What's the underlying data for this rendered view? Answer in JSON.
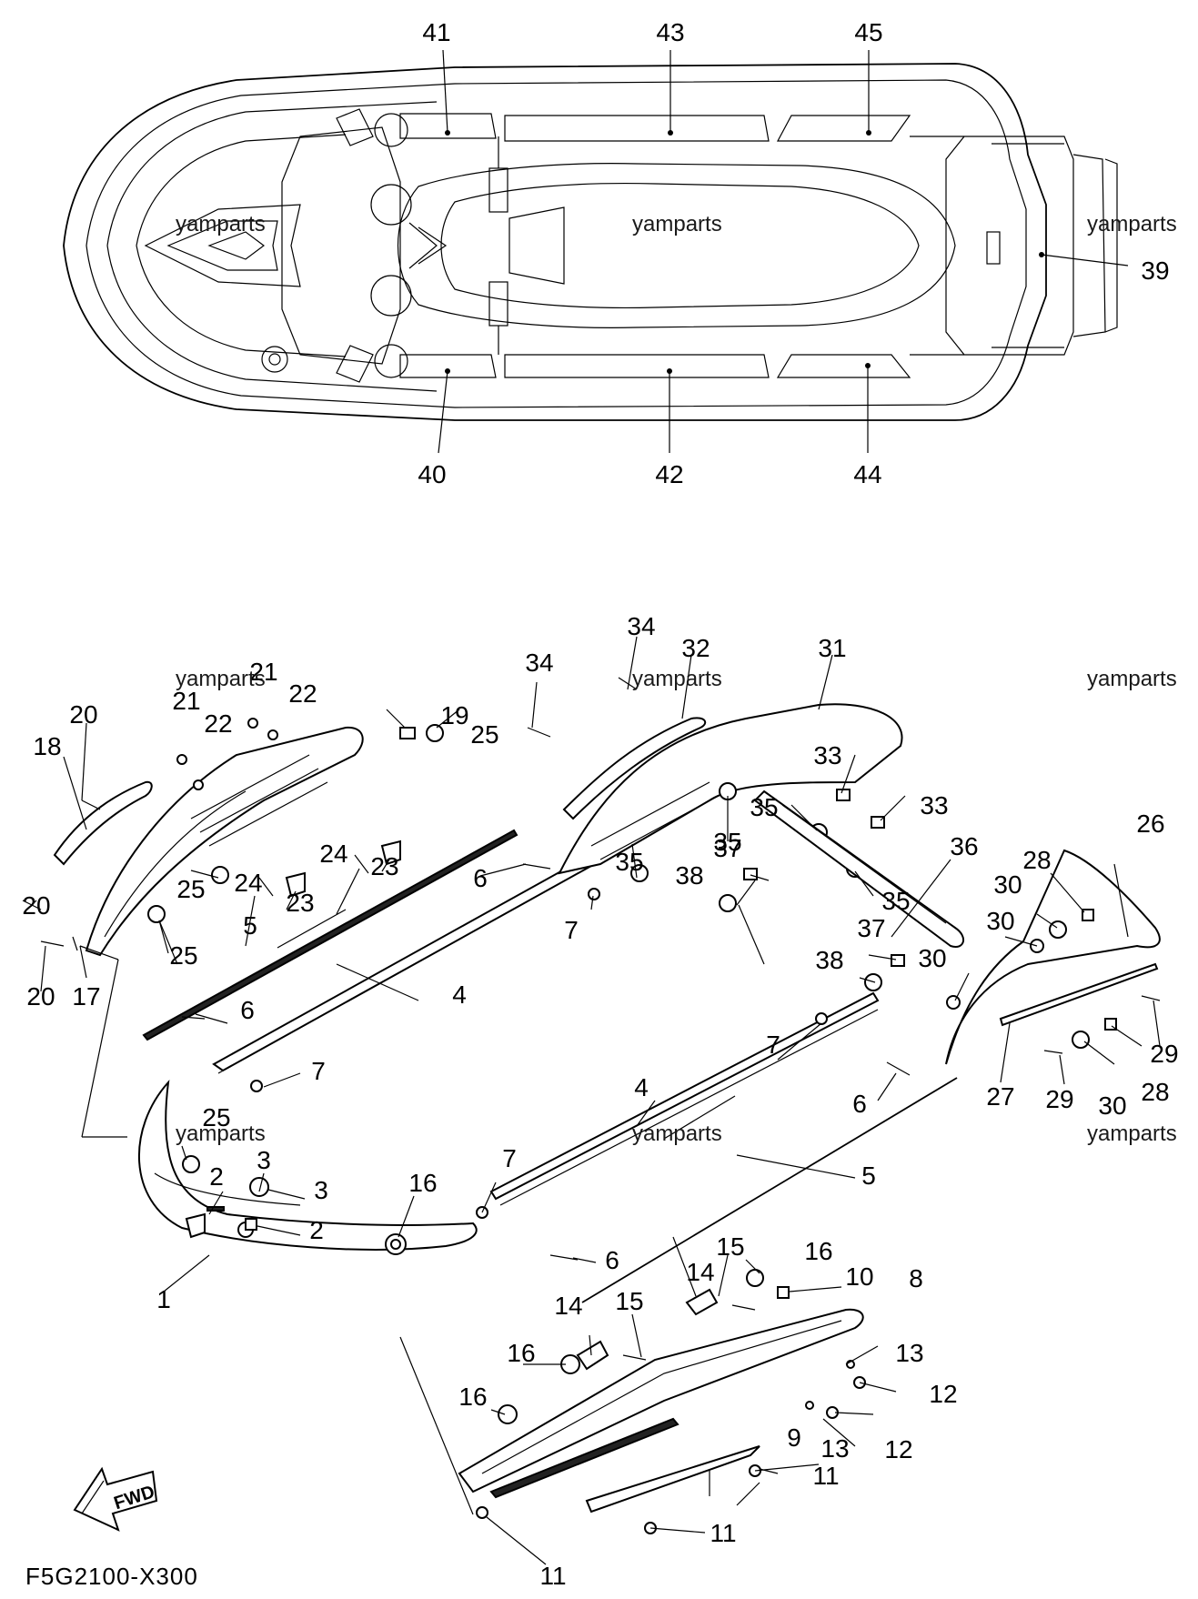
{
  "diagram_code": "F5G2100-X300",
  "watermark": "yamparts",
  "fwd_label": "FWD",
  "top_callouts": {
    "c41": "41",
    "c43": "43",
    "c45": "45",
    "c39": "39",
    "c40": "40",
    "c42": "42",
    "c44": "44"
  },
  "callouts": {
    "c1": "1",
    "c2a": "2",
    "c2b": "2",
    "c3a": "3",
    "c3b": "3",
    "c4a": "4",
    "c4b": "4",
    "c5a": "5",
    "c5b": "5",
    "c6a": "6",
    "c6b": "6",
    "c6c": "6",
    "c6d": "6",
    "c7a": "7",
    "c7b": "7",
    "c7c": "7",
    "c7d": "7",
    "c8": "8",
    "c9": "9",
    "c10": "10",
    "c11a": "11",
    "c11b": "11",
    "c11c": "11",
    "c12a": "12",
    "c12b": "12",
    "c13a": "13",
    "c13b": "13",
    "c14a": "14",
    "c14b": "14",
    "c15a": "15",
    "c15b": "15",
    "c16a": "16",
    "c16b": "16",
    "c16c": "16",
    "c16d": "16",
    "c17": "17",
    "c18": "18",
    "c19": "19",
    "c20a": "20",
    "c20b": "20",
    "c20c": "20",
    "c21a": "21",
    "c21b": "21",
    "c22a": "22",
    "c22b": "22",
    "c23a": "23",
    "c23b": "23",
    "c24a": "24",
    "c24b": "24",
    "c25a": "25",
    "c25b": "25",
    "c25c": "25",
    "c25d": "25",
    "c26": "26",
    "c27": "27",
    "c28a": "28",
    "c28b": "28",
    "c29a": "29",
    "c29b": "29",
    "c30a": "30",
    "c30b": "30",
    "c30c": "30",
    "c30d": "30",
    "c31": "31",
    "c32": "32",
    "c33a": "33",
    "c33b": "33",
    "c34a": "34",
    "c34b": "34",
    "c35a": "35",
    "c35b": "35",
    "c35c": "35",
    "c35d": "35",
    "c36": "36",
    "c37a": "37",
    "c37b": "37",
    "c38a": "38",
    "c38b": "38"
  }
}
